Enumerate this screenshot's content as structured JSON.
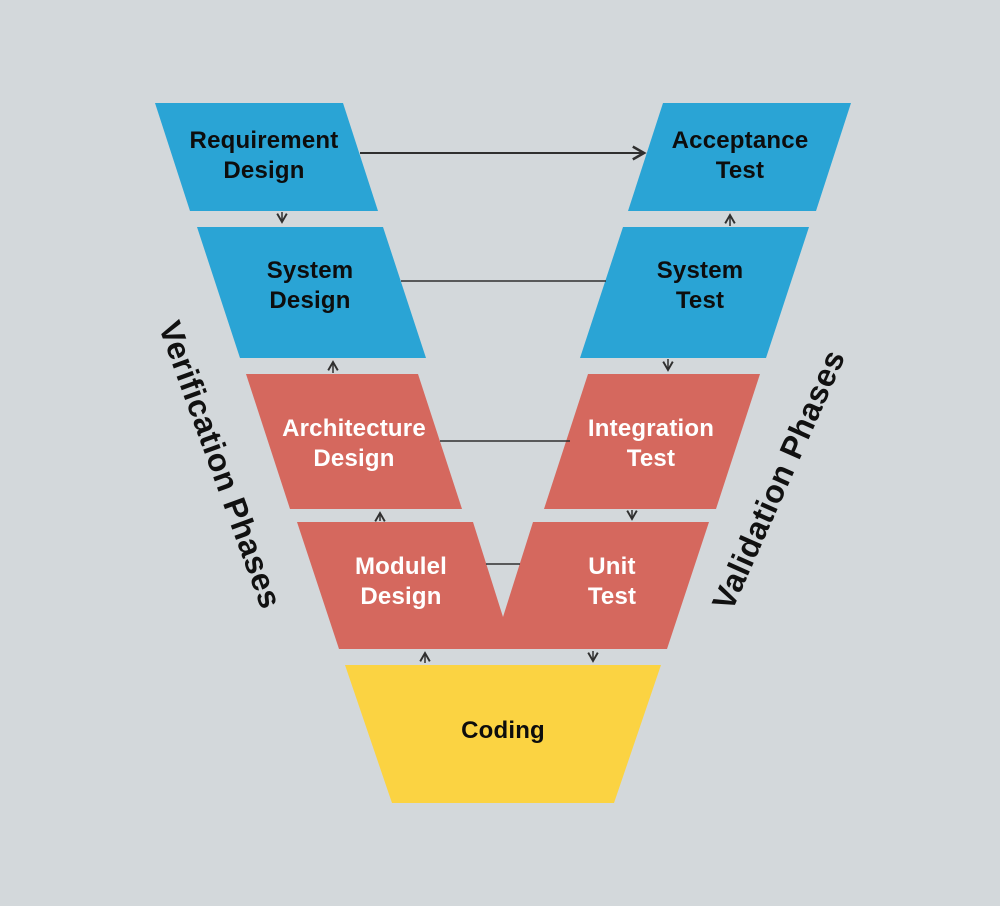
{
  "colors": {
    "background": "#d3d8db",
    "blue": "#2aa4d5",
    "red": "#d5685e",
    "yellow": "#fbd342",
    "line": "#2f2f2f",
    "text_dark": "#0d0d0d",
    "text_light": "#ffffff"
  },
  "side_labels": {
    "left": "Verification Phases",
    "right": "Validation Phases"
  },
  "nodes": {
    "requirement_design": {
      "line1": "Requirement",
      "line2": "Design"
    },
    "system_design": {
      "line1": "System",
      "line2": "Design"
    },
    "architecture_design": {
      "line1": "Architecture",
      "line2": "Design"
    },
    "module_design": {
      "line1": "Modulel",
      "line2": "Design"
    },
    "acceptance_test": {
      "line1": "Acceptance",
      "line2": "Test"
    },
    "system_test": {
      "line1": "System",
      "line2": "Test"
    },
    "integration_test": {
      "line1": "Integration",
      "line2": "Test"
    },
    "unit_test": {
      "line1": "Unit",
      "line2": "Test"
    },
    "coding": {
      "line1": "Coding"
    }
  }
}
